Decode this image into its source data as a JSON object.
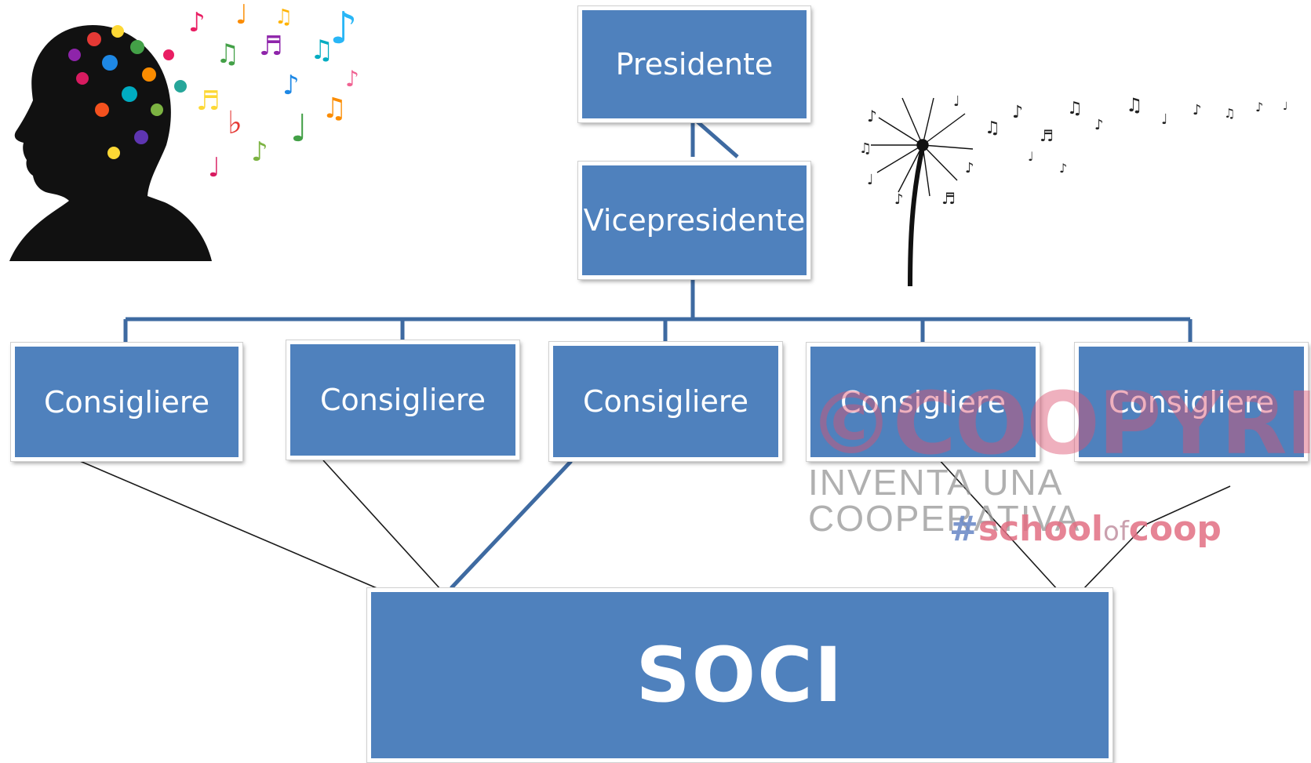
{
  "diagram": {
    "president": "Presidente",
    "vice_president": "Vicepresidente",
    "councillors": [
      "Consigliere",
      "Consigliere",
      "Consigliere",
      "Consigliere",
      "Consigliere"
    ],
    "members": "SOCI"
  },
  "watermark": {
    "logo_text": "©COOPYRIGHT",
    "subtitle": "INVENTA UNA COOPERATIVA",
    "hashtag_prefix": "#",
    "hashtag_school": "school",
    "hashtag_of": "of",
    "hashtag_coop": "coop"
  },
  "images": {
    "left": "music-head-silhouette",
    "right": "dandelion-music-notes"
  },
  "colors": {
    "box_fill": "#4f81bd",
    "connector": "#3e6aa1",
    "box_text": "#ffffff"
  }
}
